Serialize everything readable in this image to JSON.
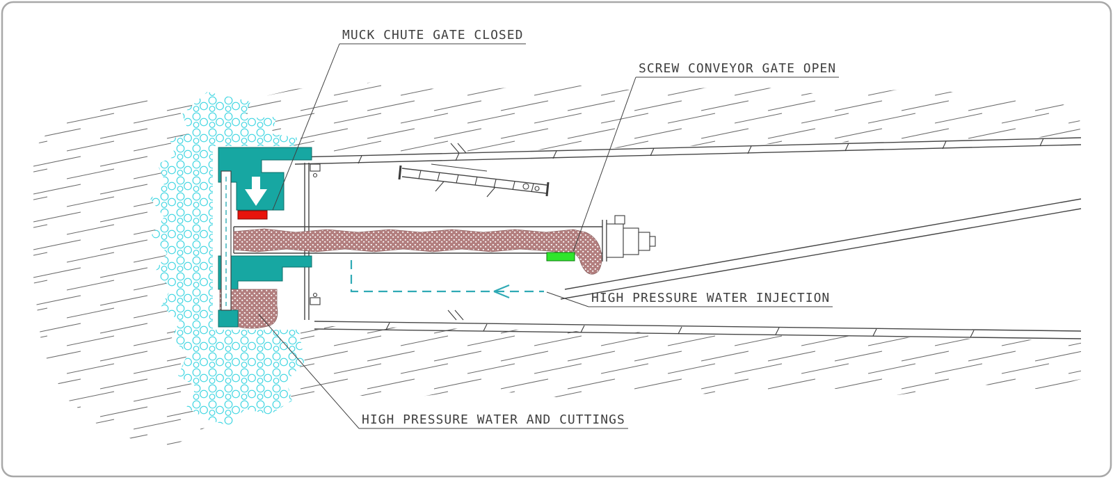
{
  "labels": {
    "muck_chute_gate": "MUCK CHUTE GATE CLOSED",
    "screw_conveyor_gate": "SCREW CONVEYOR GATE OPEN",
    "water_injection": "HIGH PRESSURE WATER INJECTION",
    "water_and_cuttings": "HIGH PRESSURE WATER AND CUTTINGS"
  },
  "colors": {
    "machine_teal": "#17A7A2",
    "gate_closed_red": "#E8140C",
    "gate_open_green": "#2FE52C",
    "muck_brown": "#B27E7E",
    "water_cyan": "#2FAAB5",
    "bubble_cyan": "#40D6E2",
    "hatch_gray": "#6A6A6A"
  }
}
